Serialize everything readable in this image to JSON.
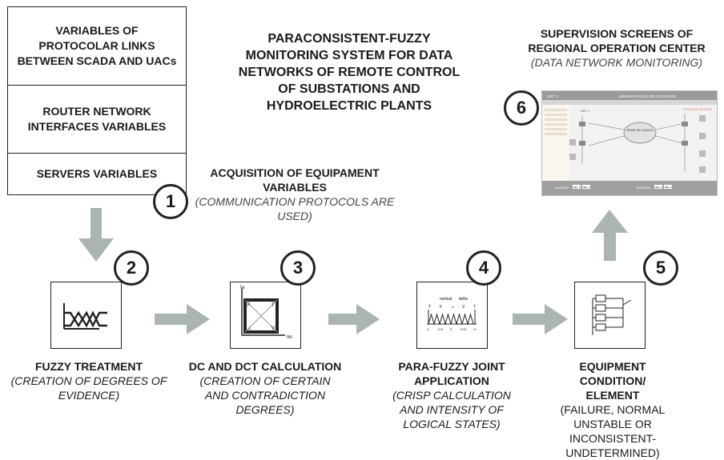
{
  "variables_box": {
    "item1": "VARIABLES OF PROTOCOLAR LINKS BETWEEN SCADA AND UACs",
    "item2": "ROUTER NETWORK INTERFACES VARIABLES",
    "item3": "SERVERS VARIABLES"
  },
  "main_title": "PARACONSISTENT-FUZZY MONITORING SYSTEM FOR DATA NETWORKS OF REMOTE CONTROL OF SUBSTATIONS AND HYDROELECTRIC PLANTS",
  "acquisition": {
    "title": "ACQUISITION OF EQUIPAMENT VARIABLES",
    "subtitle": "(COMMUNICATION PROTOCOLS ARE USED)"
  },
  "supervision": {
    "title": "SUPERVISION SCREENS OF REGIONAL OPERATION CENTER",
    "subtitle": "(DATA NETWORK MONITORING)"
  },
  "steps": [
    {
      "num": "1"
    },
    {
      "num": "2"
    },
    {
      "num": "3"
    },
    {
      "num": "4"
    },
    {
      "num": "5"
    },
    {
      "num": "6"
    }
  ],
  "step2": {
    "title": "FUZZY TREATMENT",
    "detail": "(CREATION OF DEGREES OF EVIDENCE)"
  },
  "step3": {
    "title": "DC AND DCT CALCULATION",
    "detail": "(CREATION OF CERTAIN AND CONTRADICTION DEGREES)",
    "icon_axes": {
      "y": "Ia",
      "x": "Im"
    },
    "icon_states": {
      "top_left": "F",
      "top_right": "T",
      "bottom_left": "⊥",
      "bottom_right": "V"
    }
  },
  "step4": {
    "title": "PARA-FUZZY JOINT APPLICATION",
    "detail": "(CRISP CALCULATION AND INTENSITY OF LOGICAL STATES)",
    "icon_words": {
      "left": "normal",
      "right": "falha"
    },
    "icon_states": [
      "T",
      "F",
      "⊥",
      "V",
      "T"
    ],
    "icon_ticks": [
      "-1",
      "-0.5",
      "0",
      "+0.5",
      "+1"
    ]
  },
  "step5": {
    "title": "EQUIPMENT CONDITION/ ELEMENT",
    "detail": "(FAILURE, NORMAL UNSTABLE OR INCONSISTENT-UNDETERMINED)"
  },
  "screen": {
    "window_title": "ADMINISTRAÇÃO DE RECURSOS",
    "corner_label": "INST. 1",
    "center_node": "REDE DE DADOS",
    "inst_label": "INST. 1",
    "alarm_label": "PROTEÇÃO DE REDE",
    "footer_left": "ALARMES",
    "footer_right": "ENTRADA",
    "footer_buttons": [
      "SEL. 1",
      "SEL. 1",
      "SEL. 1",
      "SEL. 1"
    ]
  },
  "colors": {
    "arrow": "#a9b4b3",
    "line": "#222222",
    "alarm": "#d9785a"
  }
}
